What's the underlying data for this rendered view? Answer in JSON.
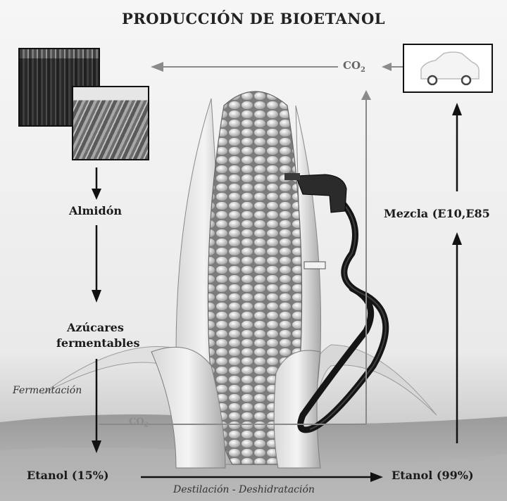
{
  "title": "PRODUCCIÓN DE BIOETANOL",
  "labels": {
    "almidon": "Almidón",
    "azucares_line1": "Azúcares",
    "azucares_line2": "fermentables",
    "fermentacion": "Fermentación",
    "etanol_15": "Etanol (15%)",
    "etanol_99": "Etanol (99%)",
    "destilacion": "Destilación - Deshidratación",
    "mezcla": "Mezcla (E10,E85",
    "co2_top": "CO",
    "co2_top_sub": "2",
    "co2_bottom": "CO",
    "co2_bottom_sub": "2"
  },
  "icons": {
    "field_photo_back": "cornfield-photo",
    "field_photo_front": "field-photo",
    "car": "car-icon",
    "corn": "corn-cob-illustration",
    "fuel_nozzle": "fuel-nozzle-icon"
  },
  "colors": {
    "arrow_dark": "#111111",
    "arrow_gray": "#8a8a8a"
  }
}
